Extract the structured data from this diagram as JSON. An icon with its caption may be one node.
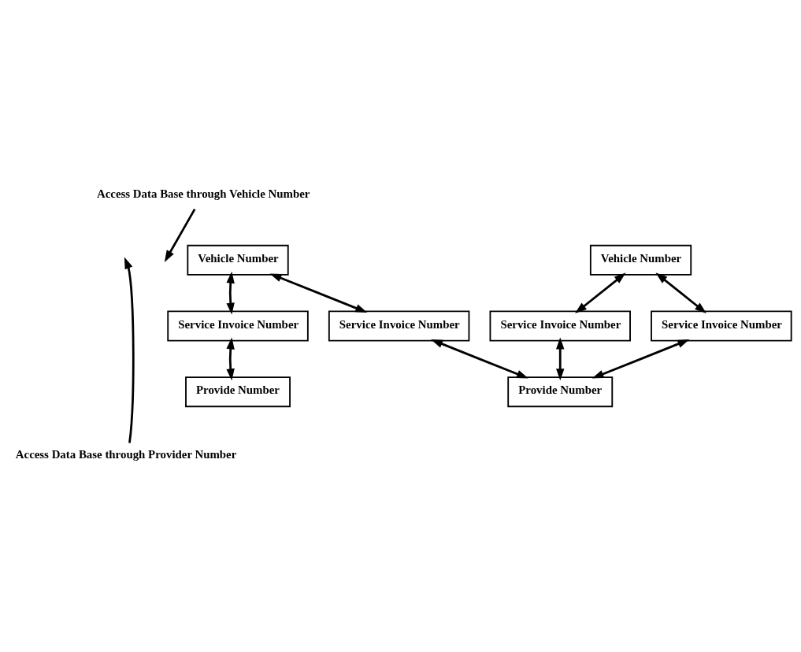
{
  "diagram": {
    "nodes": [
      {
        "text": [
          "Access Data Base through Vehicle Number"
        ]
      },
      {
        "text": [
          "Vehicle Number"
        ]
      },
      {
        "text": [
          "Vehicle Number"
        ]
      },
      {
        "text": [
          "Service Invoice Number"
        ]
      },
      {
        "text": [
          "Service Invoice Number"
        ]
      },
      {
        "text": [
          "Service Invoice Number"
        ]
      },
      {
        "text": [
          "Service Invoice Number"
        ]
      },
      {
        "text": [
          "Provide Number"
        ]
      },
      {
        "text": [
          "Provide Number"
        ]
      },
      {
        "text": [
          "Access Data Base through Provider Number"
        ]
      }
    ],
    "edges": [
      {
        "from": 0,
        "to": null,
        "arrow": "to"
      },
      {
        "from": 1,
        "to": 3,
        "arrow": "both"
      },
      {
        "from": 1,
        "to": 4,
        "arrow": "both"
      },
      {
        "from": 2,
        "to": 5,
        "arrow": "both"
      },
      {
        "from": 2,
        "to": 6,
        "arrow": "both"
      },
      {
        "from": 3,
        "to": 7,
        "arrow": "both"
      },
      {
        "from": 4,
        "to": 8,
        "arrow": "both"
      },
      {
        "from": 5,
        "to": 8,
        "arrow": "both"
      },
      {
        "from": 6,
        "to": 8,
        "arrow": "both"
      },
      {
        "from": 9,
        "to": null,
        "arrow": "to"
      }
    ]
  }
}
